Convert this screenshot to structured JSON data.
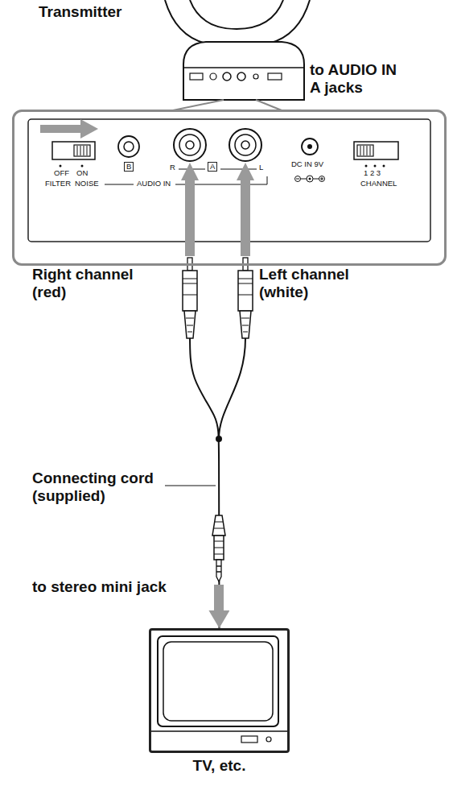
{
  "diagram": {
    "nodes": [
      {
        "text": [
          "Transmitter"
        ]
      },
      {
        "text": [
          "OFF",
          "ON",
          "FILTER",
          "NOISE",
          "B",
          "R",
          "A",
          "L",
          "AUDIO IN",
          "DC IN 9V",
          "1 2 3",
          "CHANNEL"
        ]
      },
      {
        "text": [
          "TV, etc."
        ]
      }
    ],
    "edges": [
      {
        "from": 1,
        "to": 2,
        "arrow": "to"
      }
    ],
    "labels": [
      "to AUDIO IN A jacks",
      "Right channel (red)",
      "Left channel (white)",
      "Connecting cord (supplied)",
      "to stereo mini jack"
    ]
  }
}
